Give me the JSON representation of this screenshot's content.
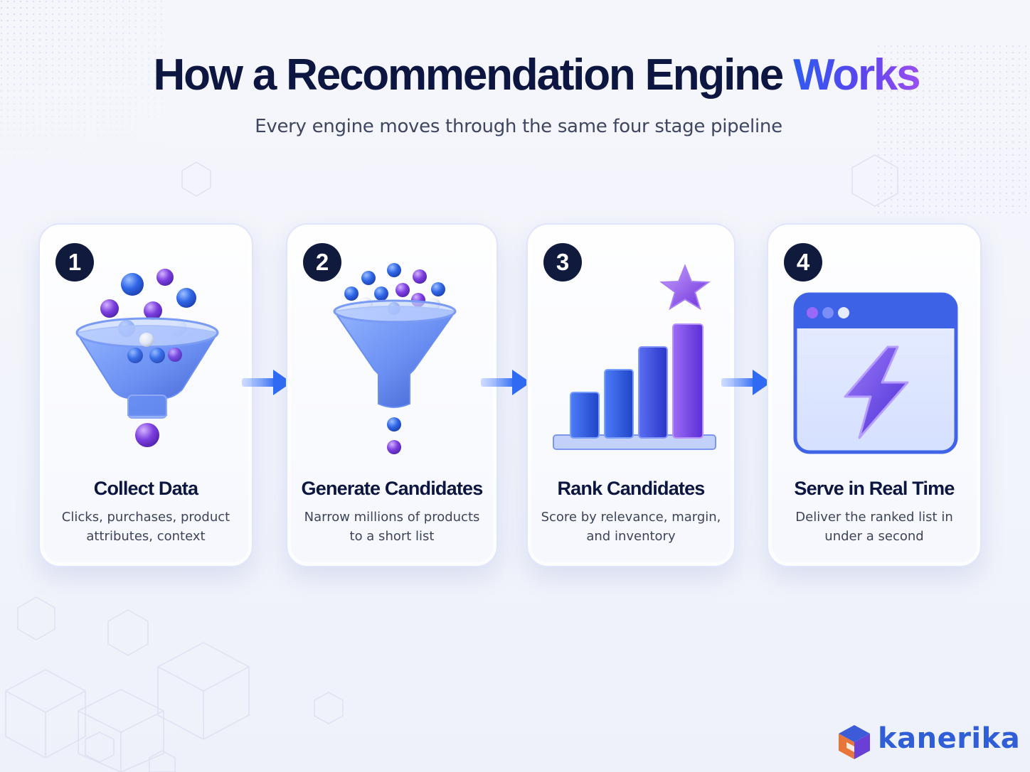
{
  "header": {
    "title_main": "How a Recommendation Engine",
    "title_accent": "Works",
    "subtitle": "Every engine moves through the same four stage pipeline"
  },
  "steps": [
    {
      "number": "1",
      "title": "Collect Data",
      "desc_line1": "Clicks, purchases, product",
      "desc_line2": "attributes, context",
      "icon": "funnel-data-icon"
    },
    {
      "number": "2",
      "title": "Generate Candidates",
      "desc_line1": "Narrow millions of products",
      "desc_line2": "to a short list",
      "icon": "funnel-filter-icon"
    },
    {
      "number": "3",
      "title": "Rank Candidates",
      "desc_line1": "Score by relevance, margin,",
      "desc_line2": "and inventory",
      "icon": "bar-chart-star-icon"
    },
    {
      "number": "4",
      "title": "Serve in Real Time",
      "desc_line1": "Deliver the ranked list in",
      "desc_line2": "under a second",
      "icon": "browser-lightning-icon"
    }
  ],
  "brand": {
    "name": "kanerika",
    "icon": "cube-logo-icon"
  },
  "colors": {
    "dark_navy": "#0c1640",
    "accent_blue": "#2f5cf0",
    "accent_purple": "#8a4ff0",
    "arrow_blue": "#2e6bf5"
  }
}
